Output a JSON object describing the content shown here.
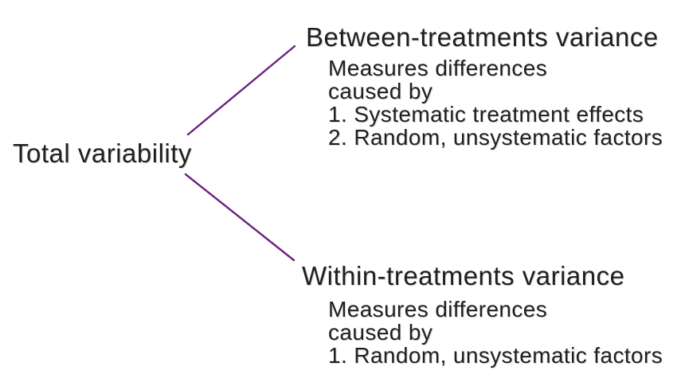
{
  "diagram": {
    "root": {
      "label": "Total variability"
    },
    "branches": [
      {
        "title": "Between-treatments variance",
        "description_lines": [
          "Measures differences",
          "caused by",
          "1. Systematic treatment effects",
          "2. Random, unsystematic factors"
        ]
      },
      {
        "title": "Within-treatments variance",
        "description_lines": [
          "Measures differences",
          "caused by",
          "1. Random, unsystematic factors"
        ]
      }
    ],
    "colors": {
      "connector": "#6C2183",
      "text": "#1F1F1F",
      "background": "#FFFFFF"
    }
  }
}
